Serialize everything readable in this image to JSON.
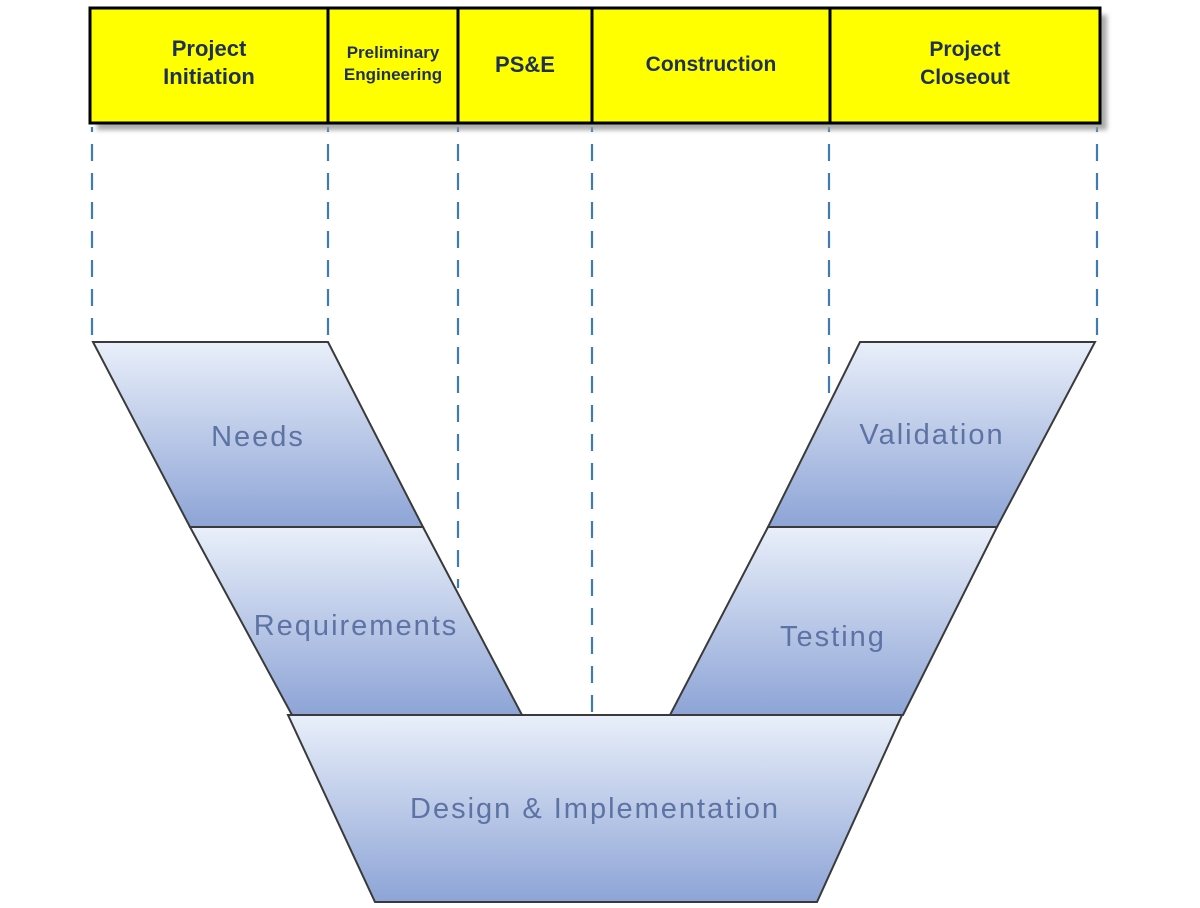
{
  "colors": {
    "background": "#ffffff",
    "phase_fill": "#ffff00",
    "phase_border": "#000000",
    "phase_text": "#1f3057",
    "shadow_color": "#9b9b9b",
    "dashed_line": "#3f7cb6",
    "shape_border": "#3a3a3a",
    "shape_text": "#5d73a4",
    "shape_gradient_top": "#e9effa",
    "shape_gradient_bottom": "#8da4d6"
  },
  "header": {
    "phases": [
      {
        "id": "project-initiation",
        "lines": [
          "Project",
          "Initiation"
        ]
      },
      {
        "id": "preliminary-engineering",
        "lines": [
          "Preliminary",
          "Engineering"
        ]
      },
      {
        "id": "pse",
        "lines": [
          "PS&E"
        ]
      },
      {
        "id": "construction",
        "lines": [
          "Construction"
        ]
      },
      {
        "id": "project-closeout",
        "lines": [
          "Project",
          "Closeout"
        ]
      }
    ]
  },
  "v_model": {
    "shapes": [
      {
        "id": "needs",
        "label": "Needs",
        "side": "left"
      },
      {
        "id": "requirements",
        "label": "Requirements",
        "side": "left"
      },
      {
        "id": "design-implementation",
        "label": "Design & Implementation",
        "side": "bottom"
      },
      {
        "id": "testing",
        "label": "Testing",
        "side": "right"
      },
      {
        "id": "validation",
        "label": "Validation",
        "side": "right"
      }
    ]
  }
}
